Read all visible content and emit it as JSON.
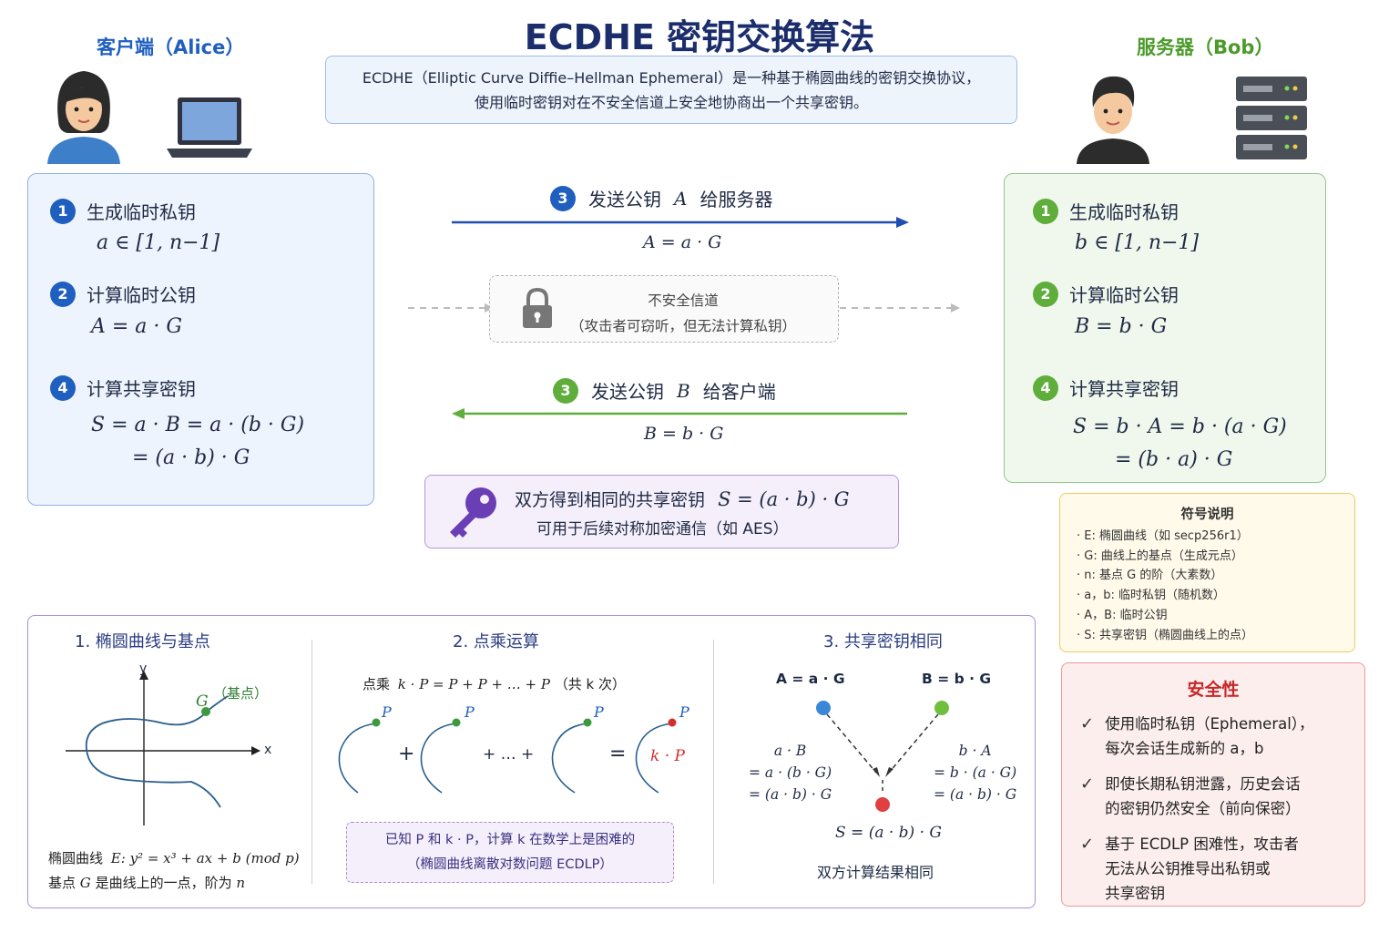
{
  "title": "ECDHE 密钥交换算法",
  "client": {
    "label": "客户端（Alice）",
    "color": "#1f5fbf"
  },
  "server": {
    "label": "服务器（Bob）",
    "color": "#4c9a2a"
  },
  "intro": {
    "line1": "ECDHE（Elliptic Curve Diffie–Hellman Ephemeral）是一种基于椭圆曲线的密钥交换协议，",
    "line2": "使用临时密钥对在不安全信道上安全地协商出一个共享密钥。"
  },
  "alice_steps": [
    {
      "num": "1",
      "label": "生成临时私钥",
      "math1": "a ∈ [1, n−1]"
    },
    {
      "num": "2",
      "label": "计算临时公钥",
      "math1": "A = a · G"
    },
    {
      "num": "4",
      "label": "计算共享密钥",
      "math1": "S = a · B = a · (b · G)",
      "math2": "= (a · b) · G"
    }
  ],
  "bob_steps": [
    {
      "num": "1",
      "label": "生成临时私钥",
      "math1": "b ∈ [1, n−1]"
    },
    {
      "num": "2",
      "label": "计算临时公钥",
      "math1": "B = b · G"
    },
    {
      "num": "4",
      "label": "计算共享密钥",
      "math1": "S = b · A = b · (a · G)",
      "math2": "= (b · a) · G"
    }
  ],
  "send_a": {
    "num": "3",
    "pre": "发送公钥",
    "var": "A",
    "post": "给服务器",
    "formula": "A = a · G",
    "color": "#1f4fb0"
  },
  "send_b": {
    "num": "3",
    "pre": "发送公钥",
    "var": "B",
    "post": "给客户端",
    "formula": "B = b · G",
    "color": "#5fae3c"
  },
  "channel": {
    "line1": "不安全信道",
    "line2": "（攻击者可窃听，但无法计算私钥）"
  },
  "shared": {
    "line1": "双方得到相同的共享密钥",
    "formula": "S = (a · b) · G",
    "line2": "可用于后续对称加密通信（如 AES）"
  },
  "legend": {
    "title": "符号说明",
    "items": [
      "E:  椭圆曲线（如 secp256r1）",
      "G:  曲线上的基点（生成元点）",
      "n:  基点 G 的阶（大素数）",
      "a，b:  临时私钥（随机数）",
      "A，B:  临时公钥",
      "S:  共享密钥（椭圆曲线上的点）"
    ]
  },
  "security": {
    "title": "安全性",
    "items": [
      {
        "l1": "使用临时私钥（Ephemeral），",
        "l2": "每次会话生成新的 a，b"
      },
      {
        "l1": "即使长期私钥泄露，历史会话",
        "l2": "的密钥仍然安全（前向保密）"
      },
      {
        "l1": "基于 ECDLP 困难性，攻击者",
        "l2": "无法从公钥推导出私钥或",
        "l3": "共享密钥"
      }
    ]
  },
  "section1": {
    "title": "1. 椭圆曲线与基点",
    "y_axis": "y",
    "x_axis": "x",
    "g_label": "G",
    "g_note": "（基点）",
    "curve_pre": "椭圆曲线",
    "curve_eq": "E:  y² = x³ + ax + b (mod p)",
    "base_pre": "基点",
    "base_var": "G",
    "base_mid": "是曲线上的一点，阶为",
    "base_n": "n"
  },
  "section2": {
    "title": "2. 点乘运算",
    "formula_pre": "点乘",
    "formula": "k · P = P + P + … + P",
    "formula_post": "（共 k 次）",
    "p": "P",
    "plus": "+",
    "dots": "+ … +",
    "eq": "=",
    "kp": "k · P",
    "hint1": "已知 P 和 k · P，计算 k 在数学上是困难的",
    "hint2": "（椭圆曲线离散对数问题 ECDLP）"
  },
  "section3": {
    "title": "3. 共享密钥相同",
    "a_top": "A = a · G",
    "b_top": "B = b · G",
    "left_l1": "a · B",
    "left_l2": "= a · (b · G)",
    "left_l3": "= (a · b) · G",
    "right_l1": "b · A",
    "right_l2": "= b · (a · G)",
    "right_l3": "= (a · b) · G",
    "s": "S = (a · b) · G",
    "caption": "双方计算结果相同"
  }
}
